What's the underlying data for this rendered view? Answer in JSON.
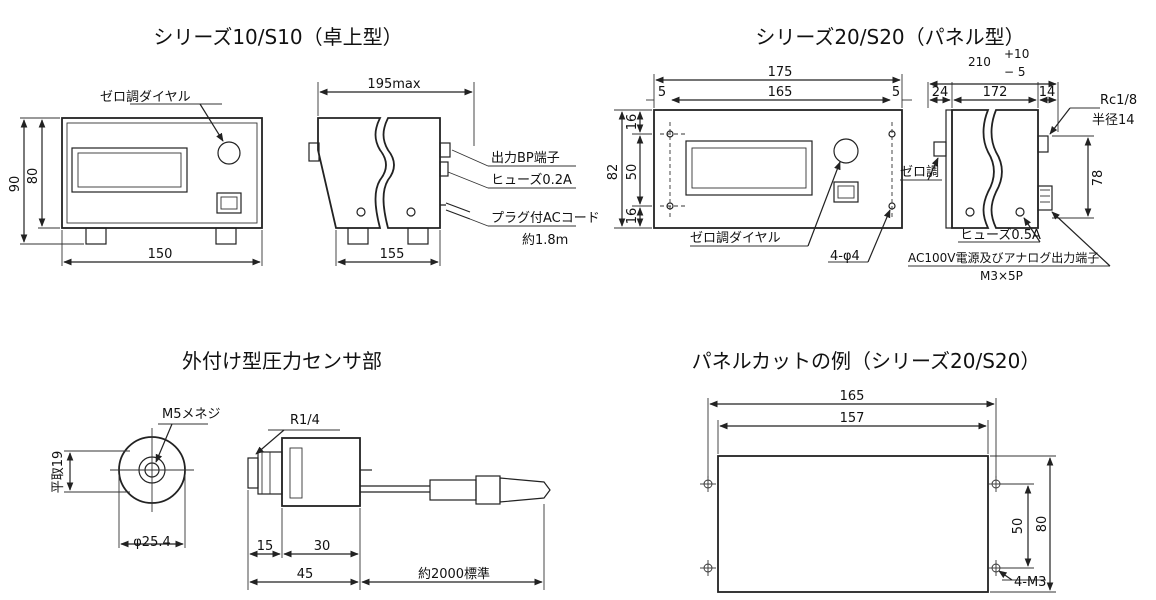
{
  "titles": {
    "series10": "シリーズ10/S10（卓上型）",
    "series20": "シリーズ20/S20（パネル型）",
    "sensor": "外付け型圧力センサ部",
    "panelcut": "パネルカットの例（シリーズ20/S20）"
  },
  "series10": {
    "zero_dial": "ゼロ調ダイヤル",
    "dim_90": "90",
    "dim_80": "80",
    "dim_150": "150",
    "dim_195max": "195max",
    "dim_155": "155",
    "output_bp": "出力BP端子",
    "fuse": "ヒューズ0.2A",
    "plug_cord": "プラグ付ACコード",
    "cord_len": "約1.8m"
  },
  "series20": {
    "dim_175": "175",
    "dim_5a": "5",
    "dim_165": "165",
    "dim_5b": "5",
    "dim_16a": "16",
    "dim_82": "82",
    "dim_50": "50",
    "dim_16b": "16",
    "zero_dial": "ゼロ調ダイヤル",
    "holes": "4-φ4",
    "dim_210": "210",
    "tol_plus": "+10",
    "tol_minus": "− 5",
    "dim_24": "24",
    "dim_172": "172",
    "dim_14": "14",
    "rc": "Rc1/8",
    "radius": "半径14",
    "zero_short": "ゼロ調",
    "dim_78": "78",
    "fuse": "ヒューズ0.5A",
    "ac_terminal": "AC100V電源及びアナログ出力端子",
    "screw": "M3×5P"
  },
  "sensor": {
    "m5": "M5メネジ",
    "r14": "R1/4",
    "flat19": "平取19",
    "phi254": "φ25.4",
    "dim_15": "15",
    "dim_30": "30",
    "dim_45": "45",
    "cable": "約2000標準"
  },
  "panelcut": {
    "dim_165": "165",
    "dim_157": "157",
    "dim_50": "50",
    "dim_80": "80",
    "holes": "4-M3"
  }
}
